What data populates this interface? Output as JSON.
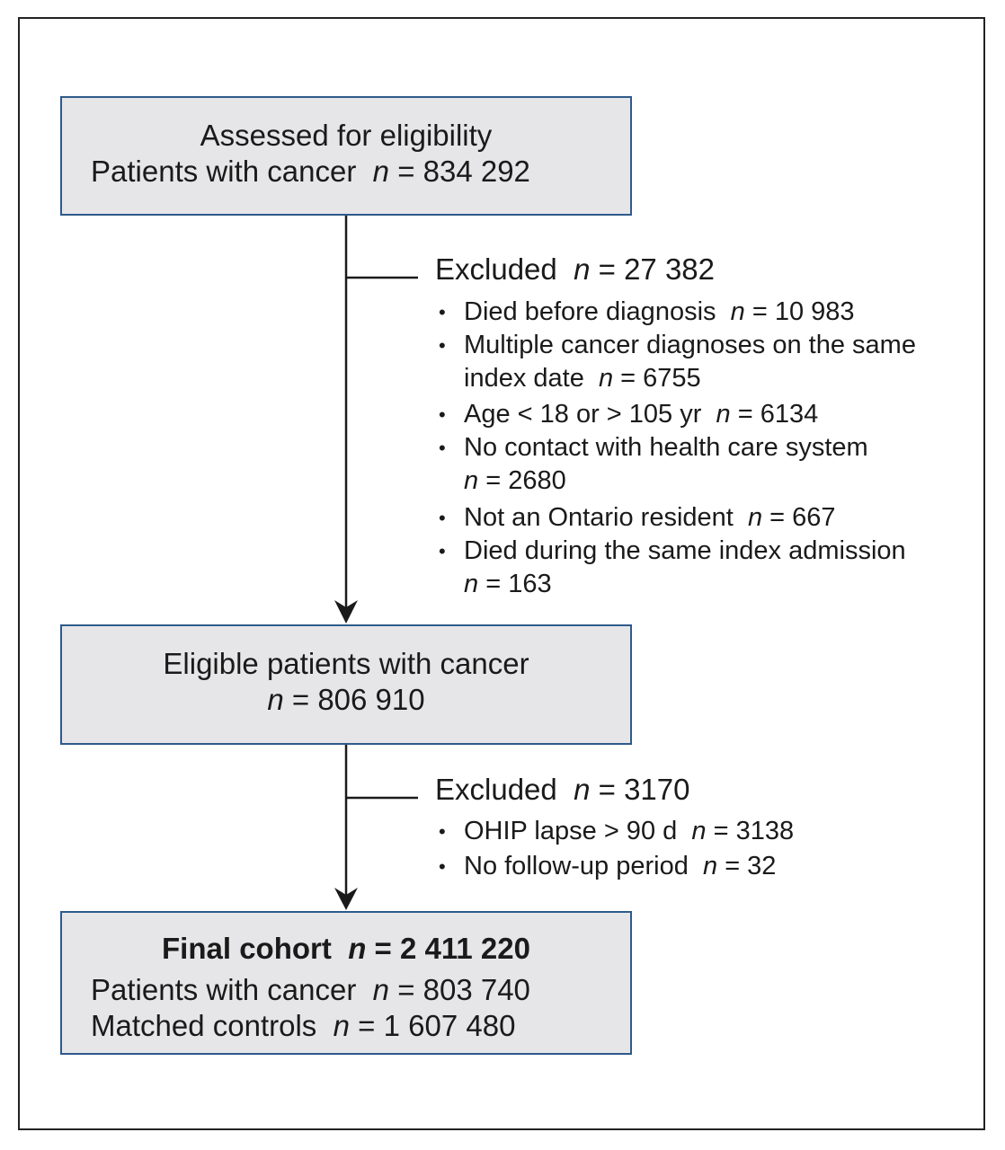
{
  "box_assessed": {
    "line1": "Assessed for eligibility",
    "line2_label": "Patients with cancer",
    "line2_n": "n",
    "line2_value": "= 834 292"
  },
  "exclusion1": {
    "heading": "Excluded",
    "n": "n",
    "value": "= 27 382",
    "items": [
      {
        "line1": "Died before diagnosis",
        "n": "n",
        "value": "= 10 983"
      },
      {
        "line1": "Multiple cancer diagnoses on the same",
        "line2": "index date",
        "n": "n",
        "value": "= 6755"
      },
      {
        "line1": "Age < 18 or > 105 yr",
        "n": "n",
        "value": "= 6134"
      },
      {
        "line1": "No contact with health care system",
        "n": "n",
        "value": "= 2680"
      },
      {
        "line1": "Not an Ontario resident",
        "n": "n",
        "value": "= 667"
      },
      {
        "line1": "Died during the same index admission",
        "n": "n",
        "value": "= 163"
      }
    ]
  },
  "box_eligible": {
    "line1": "Eligible patients with cancer",
    "n": "n",
    "value": "= 806 910"
  },
  "exclusion2": {
    "heading": "Excluded",
    "n": "n",
    "value": "= 3170",
    "items": [
      {
        "line1": "OHIP lapse > 90 d",
        "n": "n",
        "value": "= 3138"
      },
      {
        "line1": "No follow-up period",
        "n": "n",
        "value": "= 32"
      }
    ]
  },
  "box_final": {
    "title": "Final cohort",
    "title_n": "n",
    "title_value": "= 2 411 220",
    "line2_label": "Patients with cancer",
    "line2_n": "n",
    "line2_value": "= 803 740",
    "line3_label": "Matched controls",
    "line3_n": "n",
    "line3_value": "= 1 607 480"
  },
  "colors": {
    "box_fill": "#e6e6e8",
    "box_border": "#2f5a8a",
    "line": "#1a1a1a"
  },
  "bullet_glyph": "•"
}
